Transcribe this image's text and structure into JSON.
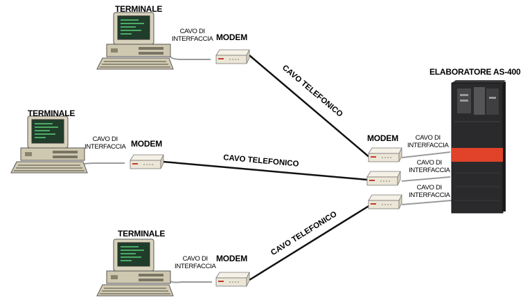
{
  "labels": {
    "terminal": "TERMINALE",
    "modem": "MODEM",
    "interface_cable_line1": "CAVO DI",
    "interface_cable_line2": "INTERFACCIA",
    "phone_cable": "CAVO TELEFONICO",
    "mainframe": "ELABORATORE AS-400"
  },
  "colors": {
    "terminal_body": "#d8d2bc",
    "screen": "#1f3d2a",
    "screen_text": "#5fd07a",
    "modem_body": "#ece6d6",
    "mainframe_body": "#2a2a2c",
    "mainframe_accent": "#e0432a",
    "line": "#111111",
    "cable": "#9a9a9a"
  }
}
